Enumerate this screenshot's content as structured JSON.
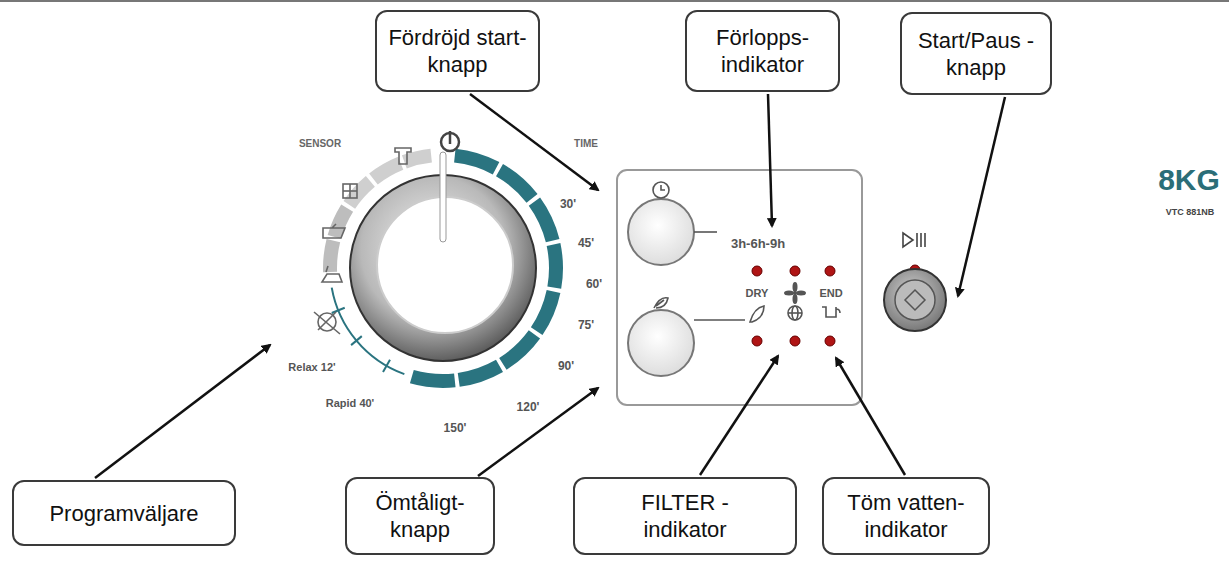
{
  "diagram": {
    "nodes": [
      {
        "text": [
          "Fördröjd start- knapp"
        ]
      },
      {
        "text": [
          "Förlopps- indikator"
        ]
      },
      {
        "text": [
          "Start/Paus -knapp"
        ]
      },
      {
        "text": [
          "Programväljare"
        ]
      },
      {
        "text": [
          "Ömtåligt- knapp"
        ]
      },
      {
        "text": [
          "FILTER -indikator"
        ]
      },
      {
        "text": [
          "Töm vatten- indikator"
        ]
      }
    ],
    "labels": [
      "SENSOR",
      "TIME",
      "30'",
      "45'",
      "60'",
      "75'",
      "90'",
      "120'",
      "150'",
      "Rapid 40'",
      "Relax 12'",
      "3h-6h-9h",
      "DRY",
      "END",
      "8KG",
      "VTC 881NB"
    ]
  }
}
